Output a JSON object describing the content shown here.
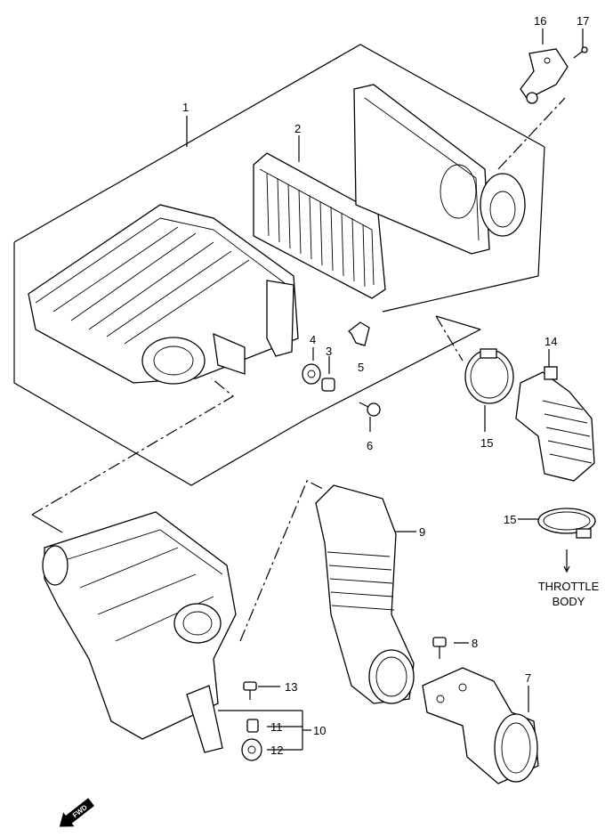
{
  "callouts": {
    "c1": "1",
    "c2": "2",
    "c3": "3",
    "c4": "4",
    "c5": "5",
    "c6": "6",
    "c7": "7",
    "c8": "8",
    "c9": "9",
    "c10": "10",
    "c11": "11",
    "c12": "12",
    "c13": "13",
    "c14": "14",
    "c15a": "15",
    "c15b": "15",
    "c16": "16",
    "c17": "17"
  },
  "notes": {
    "throttle_line1": "THROTTLE",
    "throttle_line2": "BODY"
  },
  "fwd_label": "FWD",
  "colors": {
    "line": "#000000",
    "background": "#ffffff"
  }
}
